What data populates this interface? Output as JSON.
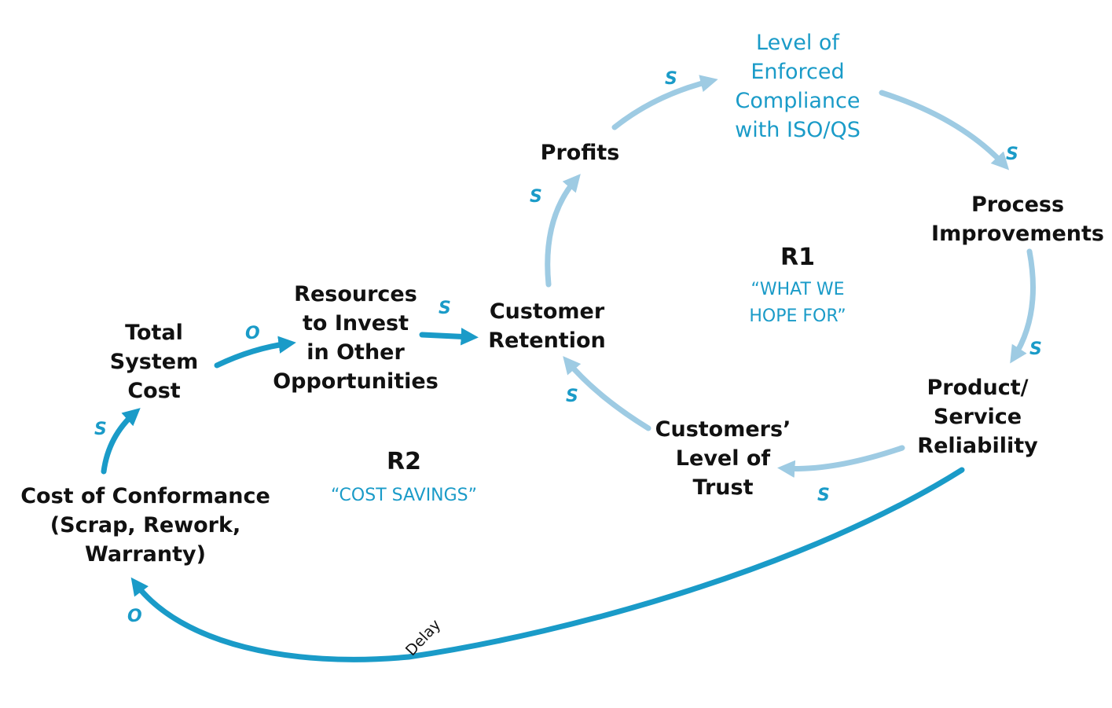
{
  "nodes": {
    "level_enforced": [
      "Level of",
      "Enforced",
      "Compliance",
      "with ISO/QS"
    ],
    "profits": [
      "Profits"
    ],
    "process_improvements": [
      "Process",
      "Improvements"
    ],
    "customer_retention": [
      "Customer",
      "Retention"
    ],
    "product_reliability": [
      "Product/",
      "Service",
      "Reliability"
    ],
    "customers_trust": [
      "Customers’",
      "Level of",
      "Trust"
    ],
    "resources": [
      "Resources",
      "to Invest",
      "in Other",
      "Opportunities"
    ],
    "total_cost": [
      "Total",
      "System",
      "Cost"
    ],
    "cost_conformance": [
      "Cost of Conformance",
      "(Scrap, Rework,",
      "Warranty)"
    ]
  },
  "loops": {
    "r1": {
      "id": "R1",
      "subtitle": [
        "“WHAT WE",
        "HOPE FOR”"
      ]
    },
    "r2": {
      "id": "R2",
      "subtitle": [
        "“COST SAVINGS”"
      ]
    }
  },
  "polarities": {
    "profits_to_compliance": "S",
    "compliance_to_process": "S",
    "retention_to_profits": "S",
    "process_to_reliability": "S",
    "resources_to_retention": "S",
    "trust_to_retention": "S",
    "reliability_to_trust": "S",
    "total_to_resources": "O",
    "conformance_to_total": "S",
    "reliability_to_conformance": "O"
  },
  "delay_label": "Delay",
  "colors": {
    "loop_r1_arrow": "#9ecbe3",
    "loop_r2_arrow": "#1a9bc8",
    "accent_text": "#1a9bc8",
    "node_text": "#111111"
  }
}
